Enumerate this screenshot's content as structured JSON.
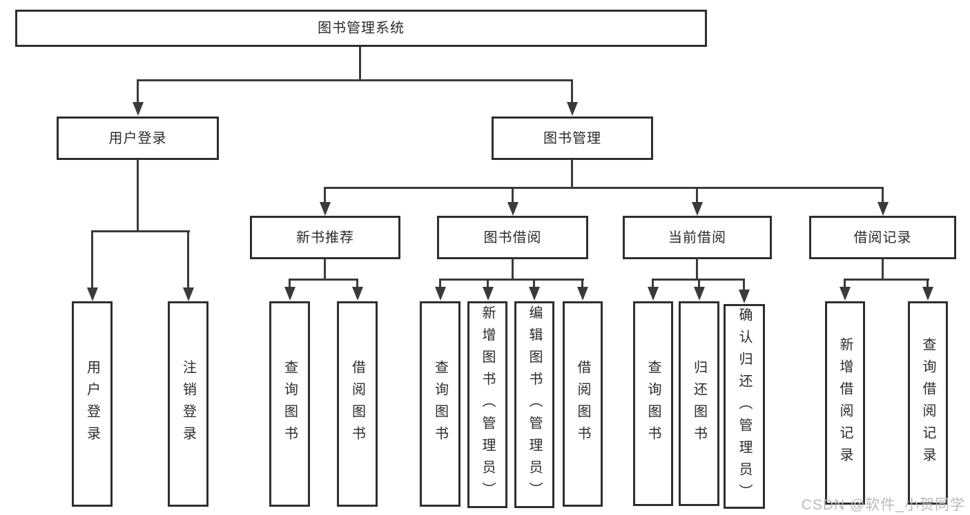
{
  "colors": {
    "line": "#3a3a3a",
    "box_border": "#2e2e2e",
    "text": "#2b2b2b",
    "watermark_text": "#b6bac1",
    "background": "#ffffff"
  },
  "tree": {
    "root": "图书管理系统",
    "children": [
      {
        "label": "用户登录",
        "children": [
          "用户登录",
          "注销登录"
        ]
      },
      {
        "label": "图书管理",
        "children": [
          {
            "label": "新书推荐",
            "children": [
              "查询图书",
              "借阅图书"
            ]
          },
          {
            "label": "图书借阅",
            "children": [
              "查询图书",
              "新增图书（管理员）",
              "编辑图书（管理员）",
              "借阅图书"
            ]
          },
          {
            "label": "当前借阅",
            "children": [
              "查询图书",
              "归还图书",
              "确认归还（管理员）"
            ]
          },
          {
            "label": "借阅记录",
            "children": [
              "新增借阅记录",
              "查询借阅记录"
            ]
          }
        ]
      }
    ]
  },
  "watermark": "CSDN @软件_小贺同学"
}
